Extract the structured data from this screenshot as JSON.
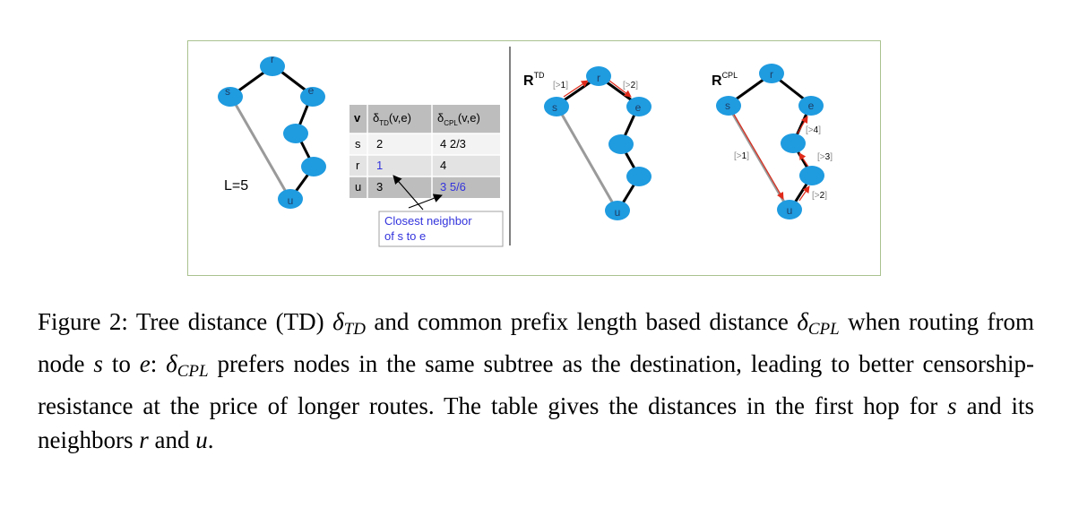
{
  "colors": {
    "node_fill": "#1f9be0",
    "tree_edge": "#000000",
    "shortcut_edge": "#9a9a9a",
    "route_arrow": "#e02a1a",
    "panel_border": "#a9c28f",
    "highlight_text": "#3333dd"
  },
  "left_graph": {
    "nodes": [
      "r",
      "s",
      "e",
      "",
      "",
      "u"
    ],
    "length_label": "L=5"
  },
  "table": {
    "header": [
      "v",
      "δ",
      "TD",
      "(v,e)",
      "δ",
      "CPL",
      "(v,e)"
    ],
    "rows": [
      [
        "s",
        "2",
        "4 2/3"
      ],
      [
        "r",
        "1",
        "4"
      ],
      [
        "u",
        "3",
        "3 5/6"
      ]
    ]
  },
  "callout": {
    "line1": "Closest neighbor",
    "line2": "of s to e"
  },
  "td_graph": {
    "title_main": "R",
    "title_sup": "TD",
    "nodes": [
      "r",
      "s",
      "e",
      "",
      "",
      "u"
    ],
    "hops": [
      "1",
      "2"
    ]
  },
  "cpl_graph": {
    "title_main": "R",
    "title_sup": "CPL",
    "nodes": [
      "r",
      "s",
      "e",
      "",
      "",
      "u"
    ],
    "hops": [
      "1",
      "2",
      "3",
      "4"
    ]
  },
  "caption": {
    "p1": "Figure 2: Tree distance (TD) ",
    "d1": "δ",
    "s1": "TD",
    "p2": " and common prefix length based distance ",
    "d2": "δ",
    "s2": "CPL",
    "p3": " when routing from node ",
    "v_s": "s",
    "p4": " to ",
    "v_e": "e",
    "p5": ": ",
    "d3": "δ",
    "s3": "CPL",
    "p6": " prefers nodes in the same subtree as the destination, leading to better censorship-resistance at the price of longer routes. The table gives the distances in the first hop for ",
    "v_s2": "s",
    "p7": " and its neighbors ",
    "v_r": "r",
    "p8": " and ",
    "v_u": "u",
    "p9": "."
  }
}
